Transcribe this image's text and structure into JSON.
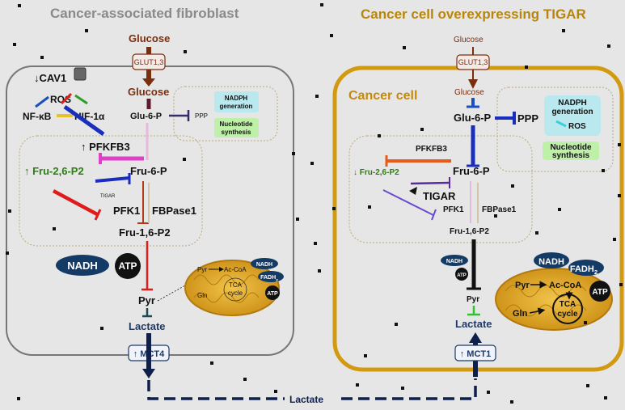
{
  "left_panel": {
    "title": "Cancer-associated fibroblast",
    "glucose_outside": "Glucose",
    "glut": "GLUT1,3",
    "glucose_inside": "Glucose",
    "cav1": "↓CAV1",
    "ros": "ROS",
    "nfkb": "NF-κB",
    "hif": "HIF-1α",
    "glu6p": "Glu-6-P",
    "ppp": "PPP",
    "nadph_gen": [
      "NADPH",
      "generation"
    ],
    "nucleotide": [
      "Nucleotide",
      "synthesis"
    ],
    "pfkfb3": "↑ PFKFB3",
    "fru26": "↑ Fru-2,6-P2",
    "fru6p": "Fru-6-P",
    "tigar": "TIGAR",
    "pfk1": "PFK1",
    "fbpase1": "FBPase1",
    "fru16": "Fru-1,6-P2",
    "nadh": "NADH",
    "atp": "ATP",
    "pyr": "Pyr",
    "lactate": "Lactate",
    "mct4": "↑ MCT4",
    "mito": {
      "pyr": "Pyr",
      "acoa": "Ac-CoA",
      "gln": "Gln",
      "tca1": "TCA",
      "tca2": "cycle",
      "nadh": "NADH",
      "fadh": "FADH",
      "atp": "ATP"
    }
  },
  "right_panel": {
    "title": "Cancer cell overexpressing TIGAR",
    "cell_label": "Cancer cell",
    "glucose_outside": "Glucose",
    "glut": "GLUT1,3",
    "glucose_inside": "Glucose",
    "glu6p": "Glu-6-P",
    "ppp": "PPP",
    "nadph_gen": [
      "NADPH",
      "generation"
    ],
    "ros": "ROS",
    "nucleotide": [
      "Nucleotide",
      "synthesis"
    ],
    "pfkfb3": "PFKFB3",
    "fru26": "↓ Fru-2,6-P2",
    "fru6p": "Fru-6-P",
    "tigar": "TIGAR",
    "pfk1": "PFK1",
    "fbpase1": "FBPase1",
    "fru16": "Fru-1,6-P2",
    "nadh": "NADH",
    "atp": "ATP",
    "pyr": "Pyr",
    "lactate": "Lactate",
    "mct1": "↑ MCT1",
    "mito": {
      "nadh": "NADH",
      "fadh": "FADH",
      "pyr": "Pyr",
      "acoa": "Ac-CoA",
      "gln": "Gln",
      "tca1": "TCA",
      "tca2": "cycle",
      "atp": "ATP"
    }
  },
  "bottom_lactate": "Lactate",
  "colors": {
    "brown": "#7a2e0e",
    "gold": "#d19a12",
    "green": "#2e7d12",
    "navy": "#1f3a66",
    "blue": "#1a2ebd",
    "red": "#e01b1b",
    "magenta": "#e040c8",
    "orange": "#e85a1a",
    "cyan_box": "#b9e9ef",
    "green_box": "#bff0a8"
  }
}
